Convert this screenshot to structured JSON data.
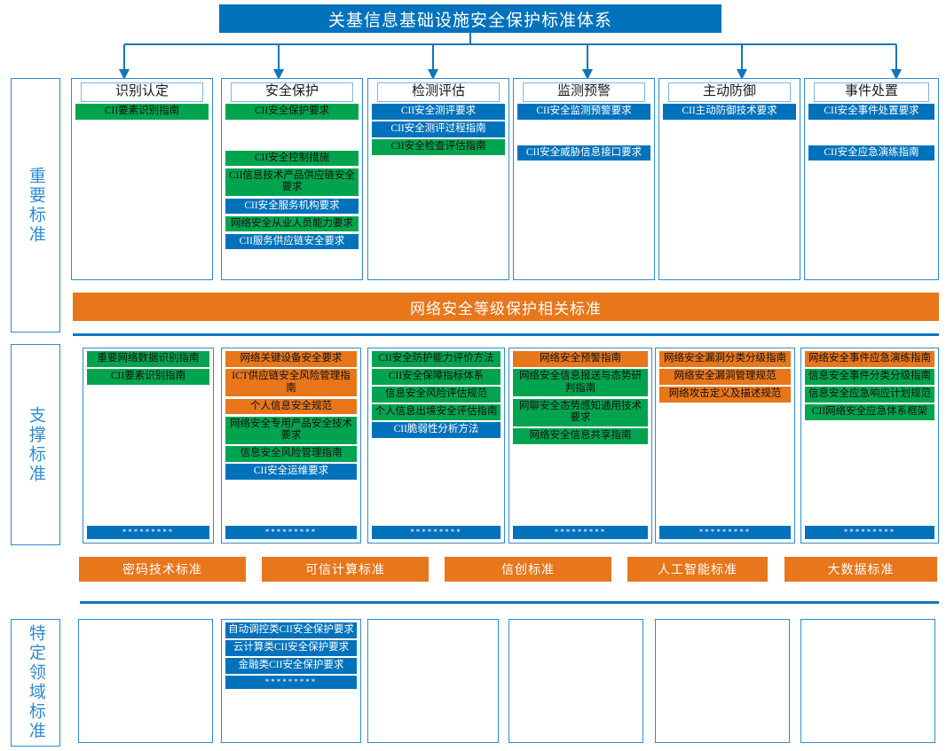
{
  "diagram": {
    "title": "关基信息基础设施安全保护标准体系"
  },
  "sections": [
    {
      "id": "important",
      "label": "重要标准"
    },
    {
      "id": "support",
      "label": "支撑标准"
    },
    {
      "id": "domain",
      "label": "特定领域标准"
    }
  ],
  "colors": {
    "blue": "#0072BC",
    "green": "#00A44F",
    "orange": "#E8761B",
    "border_blue": "#2E8BD0",
    "header_border": "#7FB5E0"
  },
  "dots_label": "*********",
  "important_columns": [
    {
      "header": "识别认定",
      "items": [
        {
          "text": "CII要素识别指南",
          "color": "green"
        }
      ]
    },
    {
      "header": "安全保护",
      "items": [
        {
          "text": "CII安全保护要求",
          "color": "green"
        },
        {
          "text": "",
          "color": "spacer"
        },
        {
          "text": "CII安全控制措施",
          "color": "green"
        },
        {
          "text": "CII信息技术产品供应链安全要求",
          "color": "green"
        },
        {
          "text": "CII安全服务机构要求",
          "color": "blue"
        },
        {
          "text": "网络安全从业人员能力要求",
          "color": "green"
        },
        {
          "text": "CII服务供应链安全要求",
          "color": "blue"
        }
      ]
    },
    {
      "header": "检测评估",
      "items": [
        {
          "text": "CII安全测评要求",
          "color": "blue"
        },
        {
          "text": "CII安全测评过程指南",
          "color": "blue"
        },
        {
          "text": "CII安全检查评估指南",
          "color": "green"
        }
      ]
    },
    {
      "header": "监测预警",
      "items": [
        {
          "text": "CII安全监测预警要求",
          "color": "blue"
        },
        {
          "text": "",
          "color": "spacer"
        },
        {
          "text": "CII安全威胁信息接口要求",
          "color": "blue"
        }
      ]
    },
    {
      "header": "主动防御",
      "items": [
        {
          "text": "CII主动防御技术要求",
          "color": "blue"
        }
      ]
    },
    {
      "header": "事件处置",
      "items": [
        {
          "text": "CII安全事件处置要求",
          "color": "blue"
        },
        {
          "text": "",
          "color": "spacer"
        },
        {
          "text": "CII安全应急演练指南",
          "color": "blue"
        }
      ]
    }
  ],
  "dengbao_banner": "网络安全等级保护相关标准",
  "support_columns": [
    {
      "items": [
        {
          "text": "重要网络数据识别指南",
          "color": "green"
        },
        {
          "text": "CII要素识别指南",
          "color": "green"
        }
      ]
    },
    {
      "items": [
        {
          "text": "网络关键设备安全要求",
          "color": "orange"
        },
        {
          "text": "ICT供应链安全风险管理指南",
          "color": "orange"
        },
        {
          "text": "个人信息安全规范",
          "color": "orange"
        },
        {
          "text": "网络安全专用产品安全技术要求",
          "color": "green"
        },
        {
          "text": "信息安全风险管理指南",
          "color": "green"
        },
        {
          "text": "CII安全运维要求",
          "color": "blue"
        }
      ]
    },
    {
      "items": [
        {
          "text": "CII安全防护能力评价方法",
          "color": "green"
        },
        {
          "text": "CII安全保障指标体系",
          "color": "green"
        },
        {
          "text": "信息安全风险评估规范",
          "color": "green"
        },
        {
          "text": "个人信息出境安全评估指南",
          "color": "green"
        },
        {
          "text": "CII脆弱性分析方法",
          "color": "blue"
        }
      ]
    },
    {
      "items": [
        {
          "text": "网络安全预警指南",
          "color": "orange"
        },
        {
          "text": "网络安全信息报送与态势研判指南",
          "color": "green"
        },
        {
          "text": "网聊安全态势感知通用技术要求",
          "color": "green"
        },
        {
          "text": "网络安全信息共享指南",
          "color": "green"
        }
      ]
    },
    {
      "items": [
        {
          "text": "网络安全漏洞分类分级指南",
          "color": "orange"
        },
        {
          "text": "网络安全漏洞管理规范",
          "color": "orange"
        },
        {
          "text": "网络攻击定义及描述规范",
          "color": "orange"
        }
      ]
    },
    {
      "items": [
        {
          "text": "网络安全事件应急演练指南",
          "color": "orange"
        },
        {
          "text": "信息安全事件分类分级指南",
          "color": "green"
        },
        {
          "text": "信息安全应急响应计划规范",
          "color": "green"
        },
        {
          "text": "CII网络安全应急体系框架",
          "color": "green"
        }
      ]
    }
  ],
  "tech_tiles": [
    "密码技术标准",
    "可信计算标准",
    "信创标准",
    "人工智能标准",
    "大数据标准"
  ],
  "domain_columns": [
    {
      "items": []
    },
    {
      "items": [
        {
          "text": "自动调控类CII安全保护要求",
          "color": "blue"
        },
        {
          "text": "云计算类CII安全保护要求",
          "color": "blue"
        },
        {
          "text": "金融类CII安全保护要求",
          "color": "blue"
        }
      ],
      "has_dots": true
    },
    {
      "items": []
    },
    {
      "items": []
    },
    {
      "items": []
    },
    {
      "items": []
    }
  ]
}
